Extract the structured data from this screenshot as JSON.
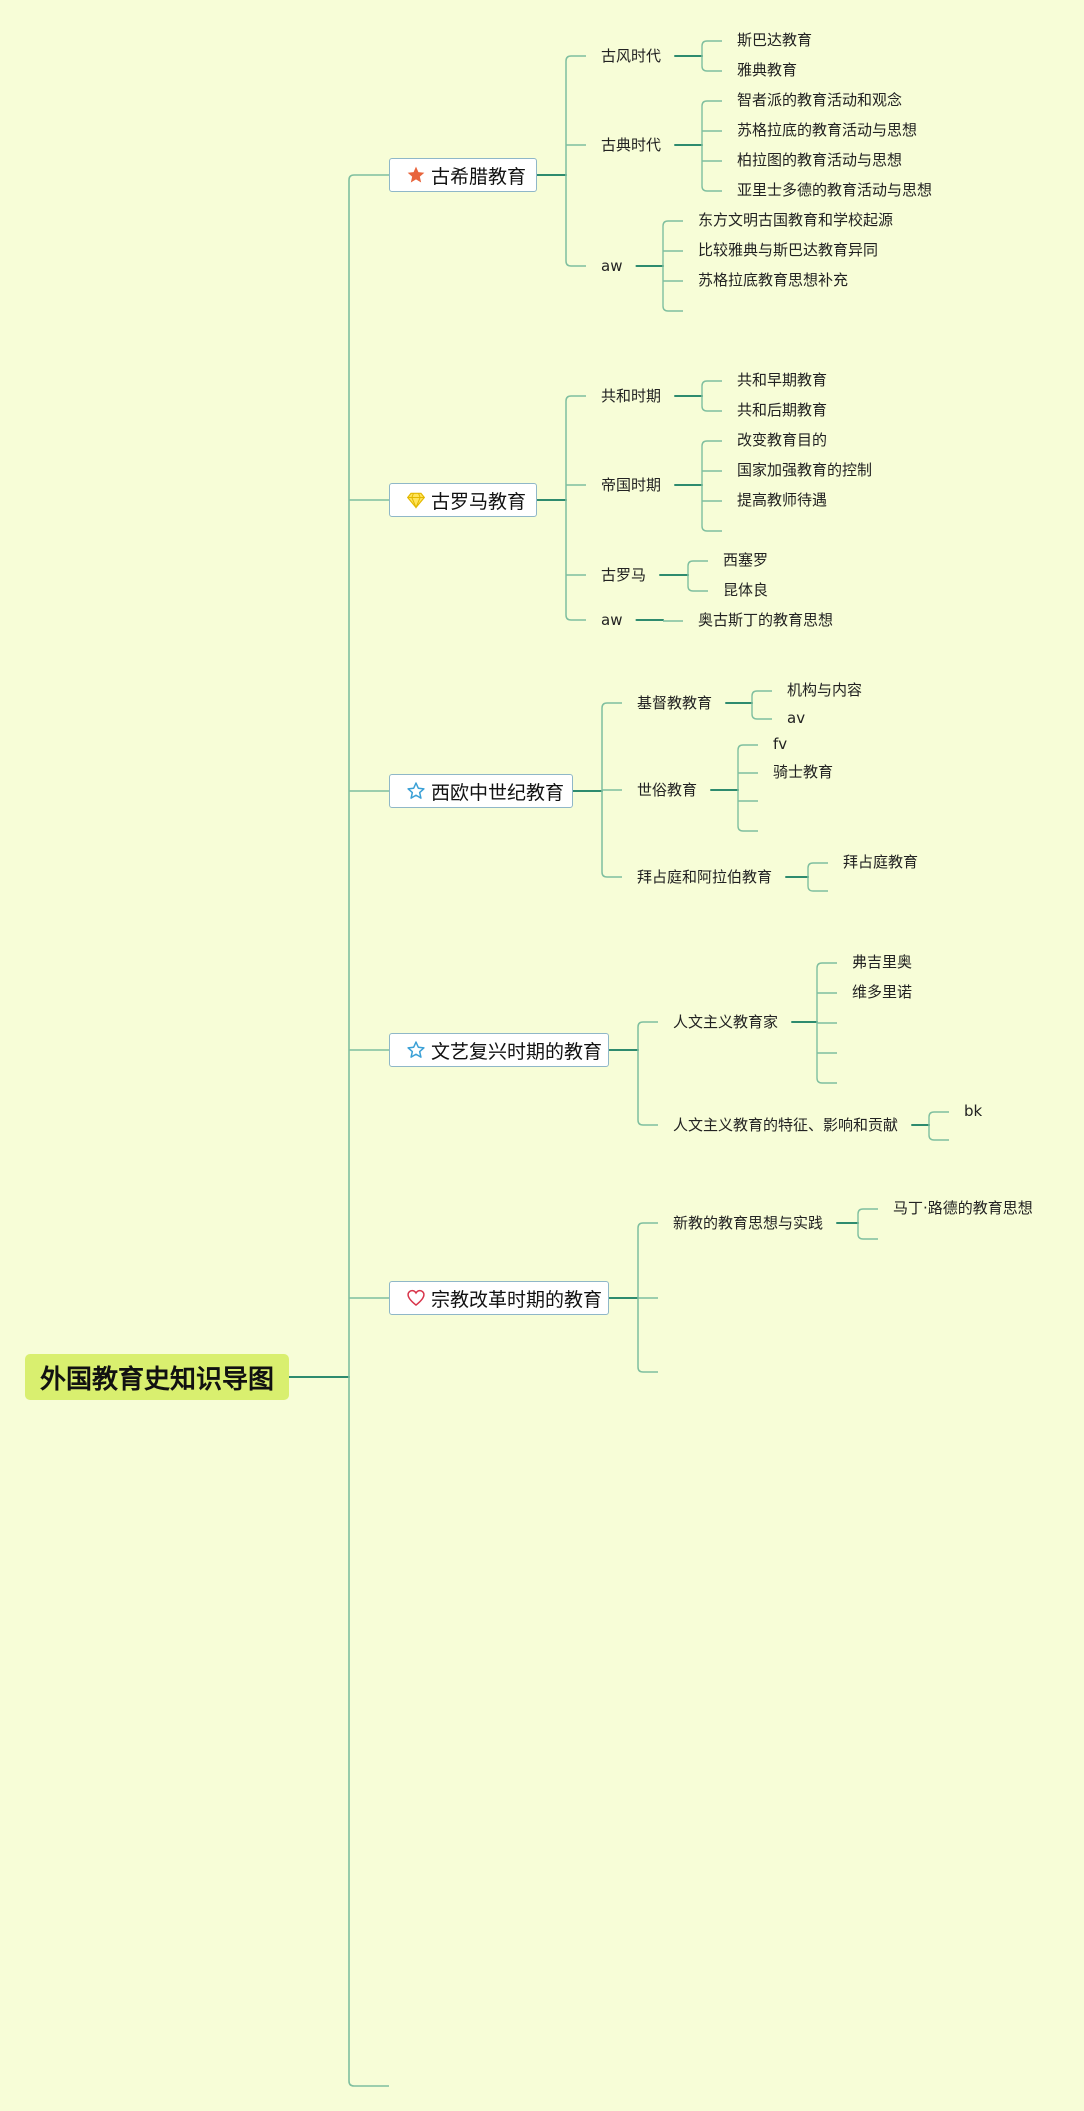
{
  "root": {
    "title": "外国教育史知识导图"
  },
  "colors": {
    "background": "#f7fdd7",
    "root_fill": "#d9ef6f",
    "connector": "#2e8b6e",
    "box_border": "#8fb7c8"
  },
  "branches": [
    {
      "label": "古希腊教育",
      "icon": "star-filled-icon",
      "children": [
        {
          "label": "古风时代",
          "children": [
            "斯巴达教育",
            "雅典教育"
          ]
        },
        {
          "label": "古典时代",
          "children": [
            "智者派的教育活动和观念",
            "苏格拉底的教育活动与思想",
            "柏拉图的教育活动与思想",
            "亚里士多德的教育活动与思想"
          ]
        },
        {
          "label": "aw",
          "children": [
            "东方文明古国教育和学校起源",
            "比较雅典与斯巴达教育异同",
            "苏格拉底教育思想补充",
            ""
          ]
        }
      ]
    },
    {
      "label": "古罗马教育",
      "icon": "diamond-icon",
      "children": [
        {
          "label": "共和时期",
          "children": [
            "共和早期教育",
            "共和后期教育"
          ]
        },
        {
          "label": "帝国时期",
          "children": [
            "改变教育目的",
            "国家加强教育的控制",
            "提高教师待遇",
            ""
          ]
        },
        {
          "label": "古罗马",
          "children": [
            "西塞罗",
            "昆体良"
          ]
        },
        {
          "label": "aw",
          "children": [
            "奥古斯丁的教育思想"
          ]
        }
      ]
    },
    {
      "label": "西欧中世纪教育",
      "icon": "star-outline-icon",
      "children": [
        {
          "label": "基督教教育",
          "children": [
            "机构与内容",
            "av"
          ]
        },
        {
          "label": "世俗教育",
          "children": [
            "fv",
            "骑士教育",
            "",
            ""
          ]
        },
        {
          "label": "拜占庭和阿拉伯教育",
          "children": [
            "拜占庭教育",
            ""
          ]
        }
      ]
    },
    {
      "label": "文艺复兴时期的教育",
      "icon": "star-outline-icon",
      "children": [
        {
          "label": "人文主义教育家",
          "children": [
            "弗吉里奥",
            "维多里诺",
            "",
            "",
            ""
          ]
        },
        {
          "label": "人文主义教育的特征、影响和贡献",
          "children": [
            "bk",
            ""
          ]
        }
      ]
    },
    {
      "label": "宗教改革时期的教育",
      "icon": "heart-icon",
      "children": [
        {
          "label": "新教的教育思想与实践",
          "children": [
            "马丁·路德的教育思想",
            ""
          ]
        },
        {
          "label": "",
          "children": []
        },
        {
          "label": "",
          "children": []
        }
      ]
    },
    {
      "label": "",
      "icon": "",
      "children": []
    }
  ]
}
